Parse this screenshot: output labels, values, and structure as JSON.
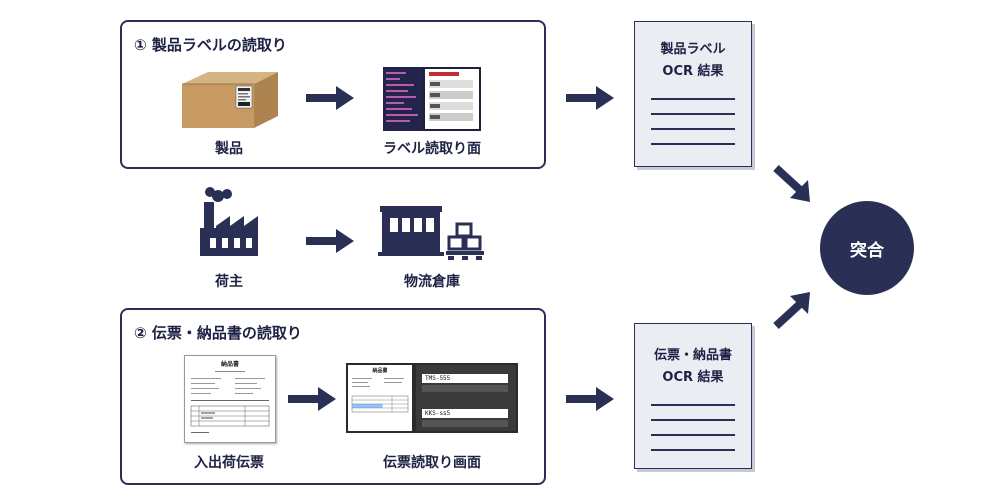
{
  "panel_product": {
    "title": "① 製品ラベルの読取り",
    "product_label": "製品",
    "screen_label": "ラベル読取り面"
  },
  "middle": {
    "shipper_label": "荷主",
    "warehouse_label": "物流倉庫"
  },
  "panel_slip": {
    "title": "② 伝票・納品書の読取り",
    "slip_label": "入出荷伝票",
    "screen_label": "伝票読取り画面",
    "slip_doc_title": "納品書",
    "screen_doc_title": "納品書",
    "field_value_1": "TMS-555",
    "field_value_2": "KKS-ss5"
  },
  "results": {
    "product_ocr": {
      "line1": "製品ラベル",
      "line2": "OCR 結果"
    },
    "slip_ocr": {
      "line1": "伝票・納品書",
      "line2": "OCR 結果"
    }
  },
  "match": {
    "label": "突合"
  },
  "colors": {
    "navy": "#2a2f55",
    "doc_bg": "#ebedf3"
  }
}
